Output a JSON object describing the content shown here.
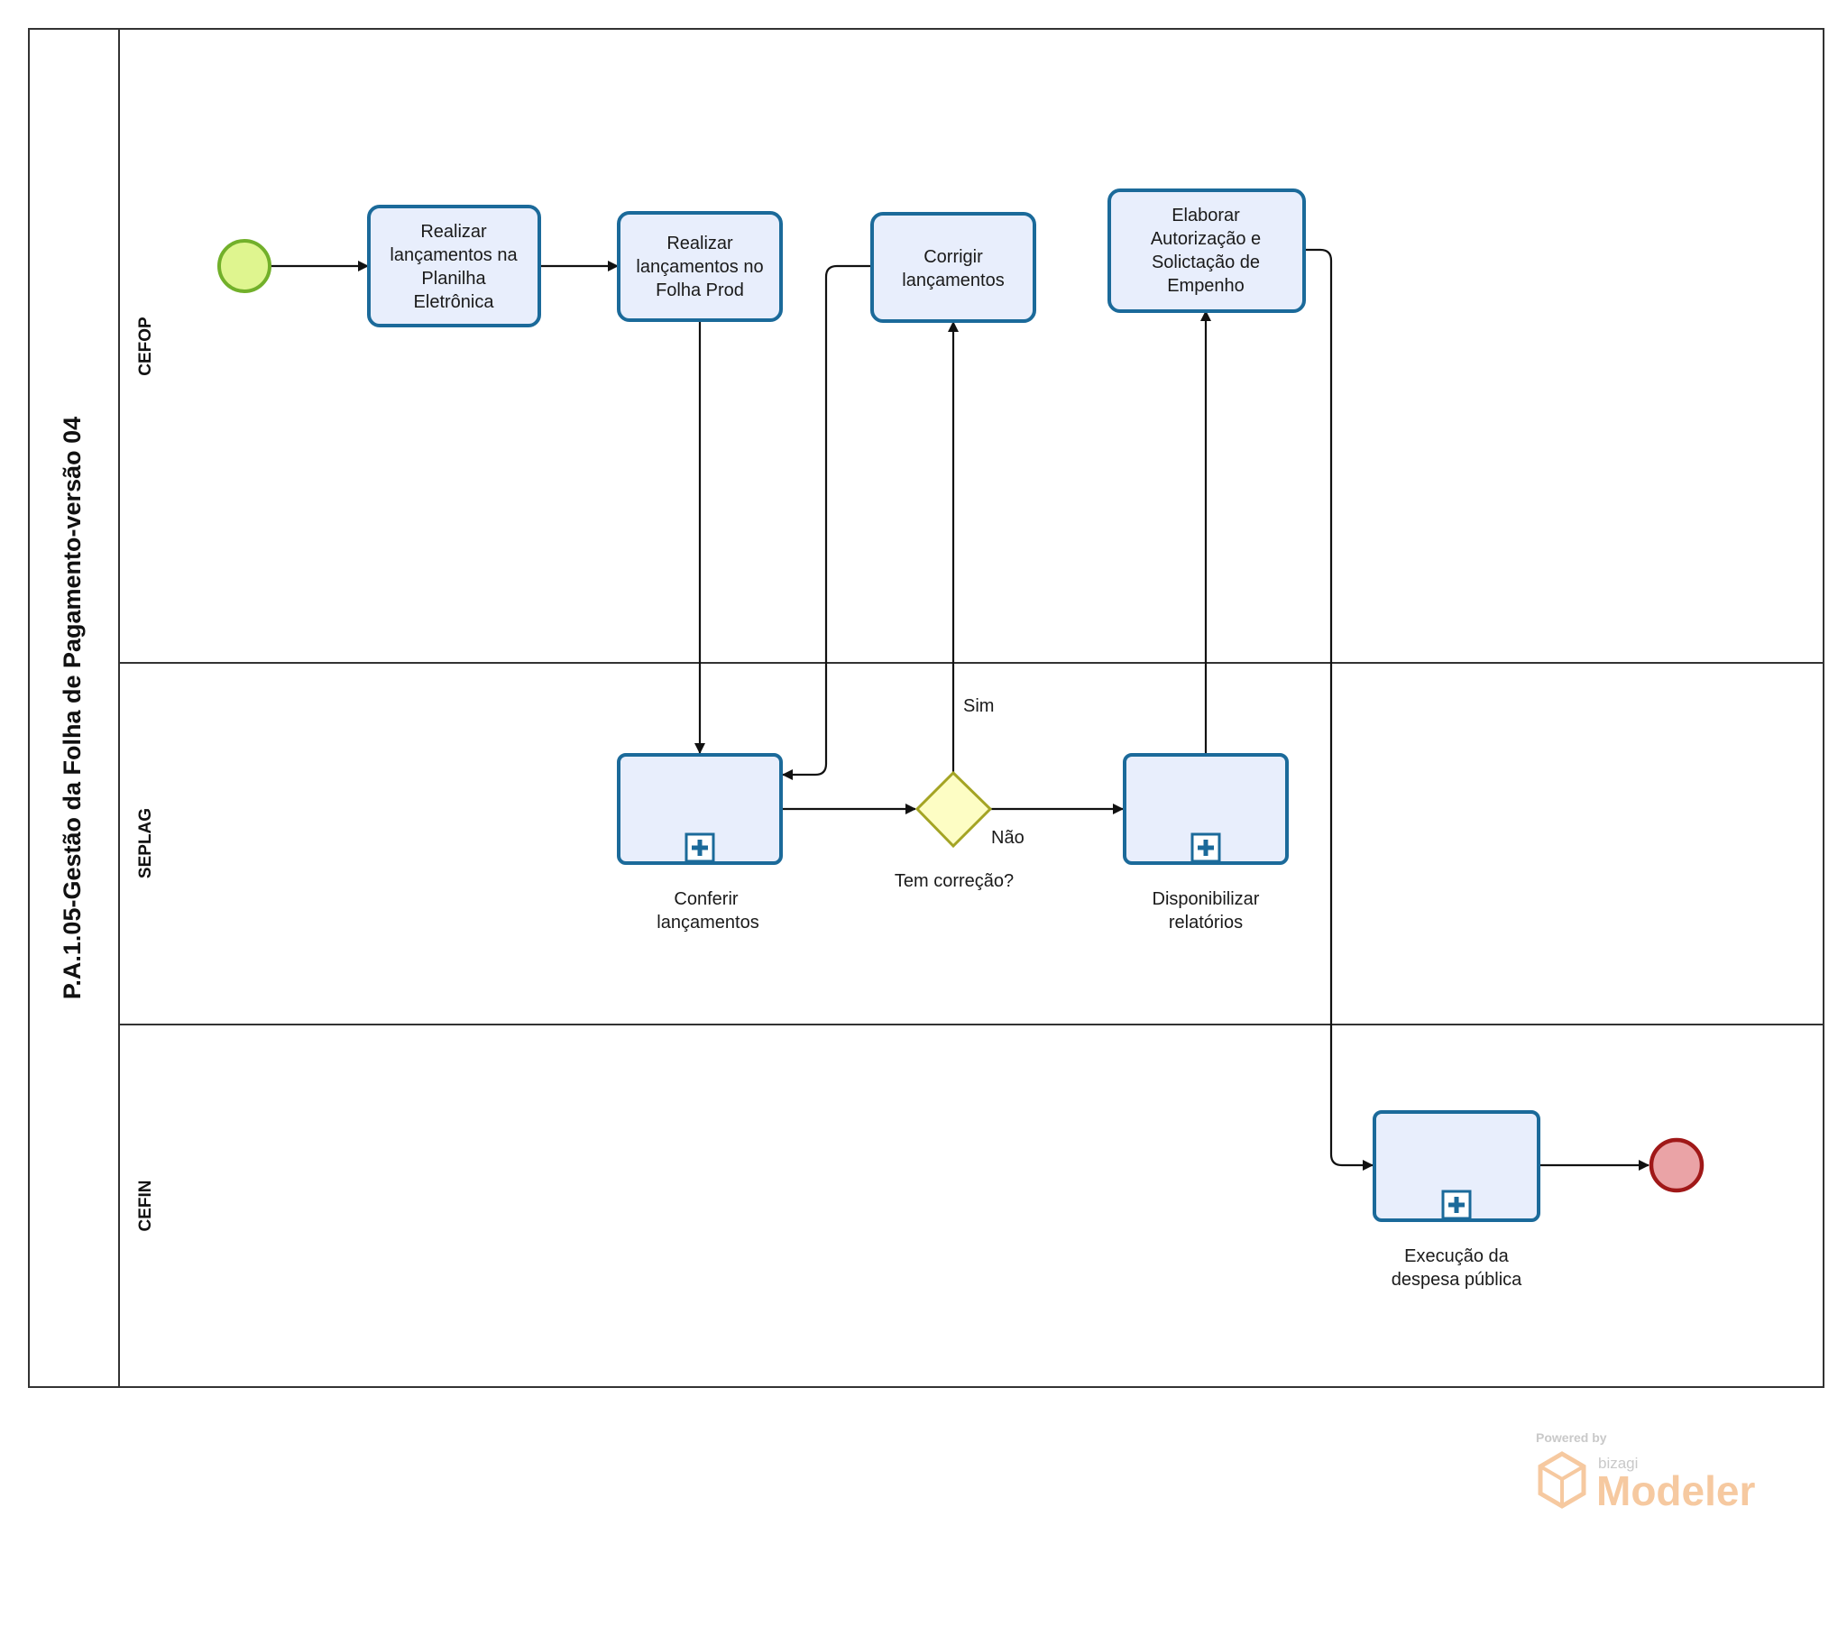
{
  "pool": {
    "title": "P.A.1.05-Gestão da Folha de Pagamento-versão 04"
  },
  "lanes": [
    "CEFOP",
    "SEPLAG",
    "CEFIN"
  ],
  "tasks": {
    "realizar_planilha": [
      "Realizar",
      "lançamentos na",
      "Planilha",
      "Eletrônica"
    ],
    "realizar_folha": [
      "Realizar",
      "lançamentos no",
      "Folha Prod"
    ],
    "corrigir": [
      "Corrigir",
      "lançamentos"
    ],
    "elaborar": [
      "Elaborar",
      "Autorização e",
      "Solictação de",
      "Empenho"
    ],
    "conferir": [
      "Conferir",
      "lançamentos"
    ],
    "disponibilizar": [
      "Disponibilizar",
      "relatórios"
    ],
    "execucao": [
      "Execução da",
      "despesa pública"
    ]
  },
  "gateway": {
    "label": "Tem correção?",
    "yes": "Sim",
    "no": "Não"
  },
  "watermark": {
    "powered": "Powered by",
    "brand": "bizagi",
    "product": "Modeler"
  },
  "colors": {
    "task_fill": "#e8eefc",
    "task_stroke": "#1b6a9a",
    "start_fill": "#dff58f",
    "start_stroke": "#72b02a",
    "end_fill": "#eaa3a6",
    "end_stroke": "#a01818",
    "gateway_fill": "#fdfdc4",
    "gateway_stroke": "#a4a424",
    "watermark_orange": "#f6c9a0"
  }
}
